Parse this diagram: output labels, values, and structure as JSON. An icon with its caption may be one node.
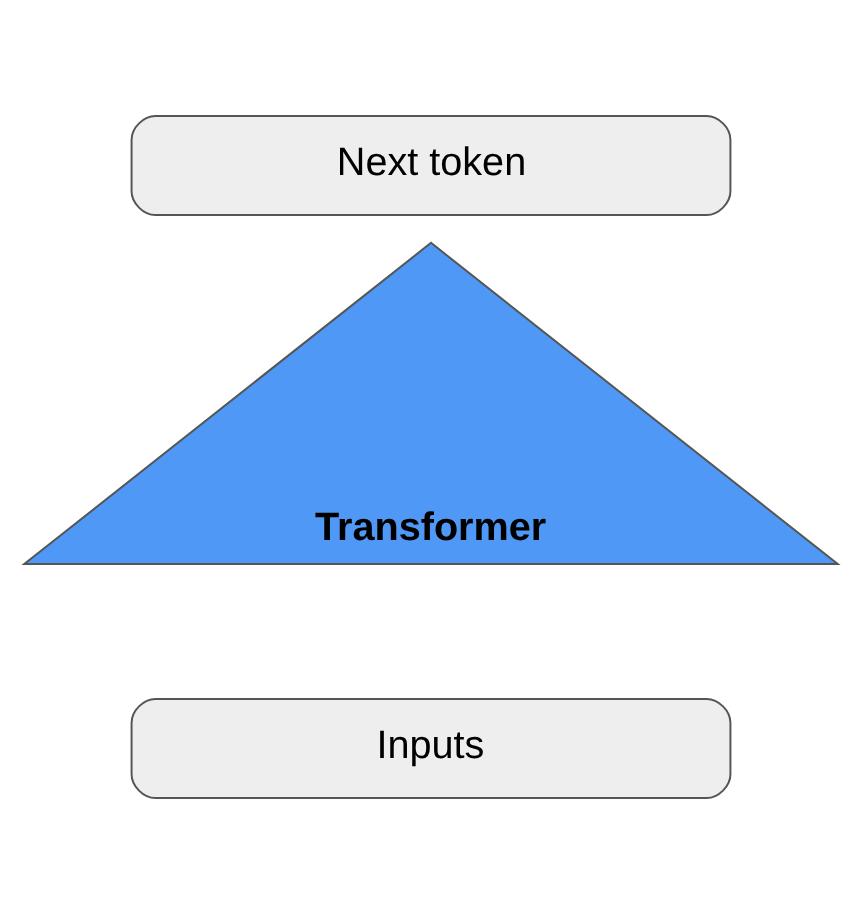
{
  "diagram": {
    "nodes": [
      {
        "text": [
          "Next token"
        ]
      },
      {
        "text": [
          "Transformer"
        ]
      },
      {
        "text": [
          "Inputs"
        ]
      }
    ]
  }
}
